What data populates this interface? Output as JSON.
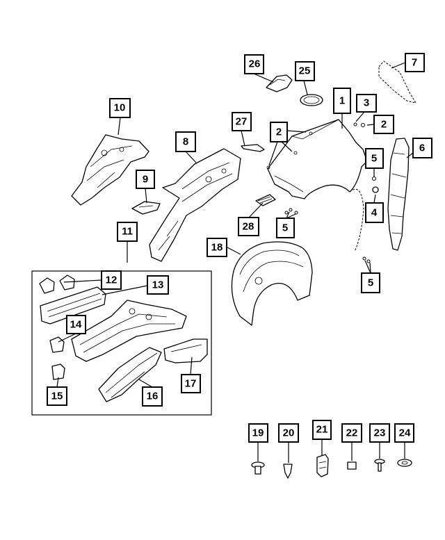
{
  "callouts": [
    "1",
    "2",
    "3",
    "4",
    "5",
    "6",
    "7",
    "8",
    "9",
    "10",
    "11",
    "12",
    "13",
    "14",
    "15",
    "16",
    "17",
    "18",
    "19",
    "20",
    "21",
    "22",
    "23",
    "24",
    "25",
    "26",
    "27",
    "28"
  ],
  "callout_2b": "2",
  "callout_5b": "5",
  "callout_5c": "5"
}
